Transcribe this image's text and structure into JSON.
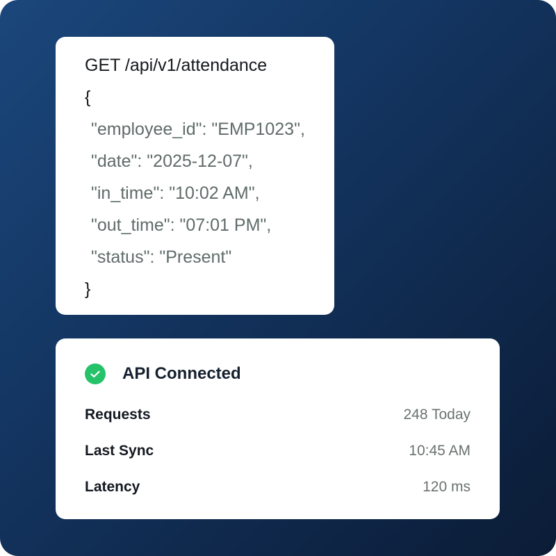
{
  "request": {
    "endpoint": "GET /api/v1/attendance",
    "open_brace": "{",
    "close_brace": "}",
    "fields": [
      "\"employee_id\": \"EMP1023\",",
      "\"date\": \"2025-12-07\",",
      "\"in_time\": \"10:02 AM\",",
      "\"out_time\": \"07:01 PM\",",
      "\"status\": \"Present\""
    ]
  },
  "connection": {
    "title": "API Connected",
    "icon": "check-circle-icon",
    "status_color": "#26c26a",
    "metrics": [
      {
        "label": "Requests",
        "value": "248 Today"
      },
      {
        "label": "Last Sync",
        "value": "10:45 AM"
      },
      {
        "label": "Latency",
        "value": "120 ms"
      }
    ]
  }
}
